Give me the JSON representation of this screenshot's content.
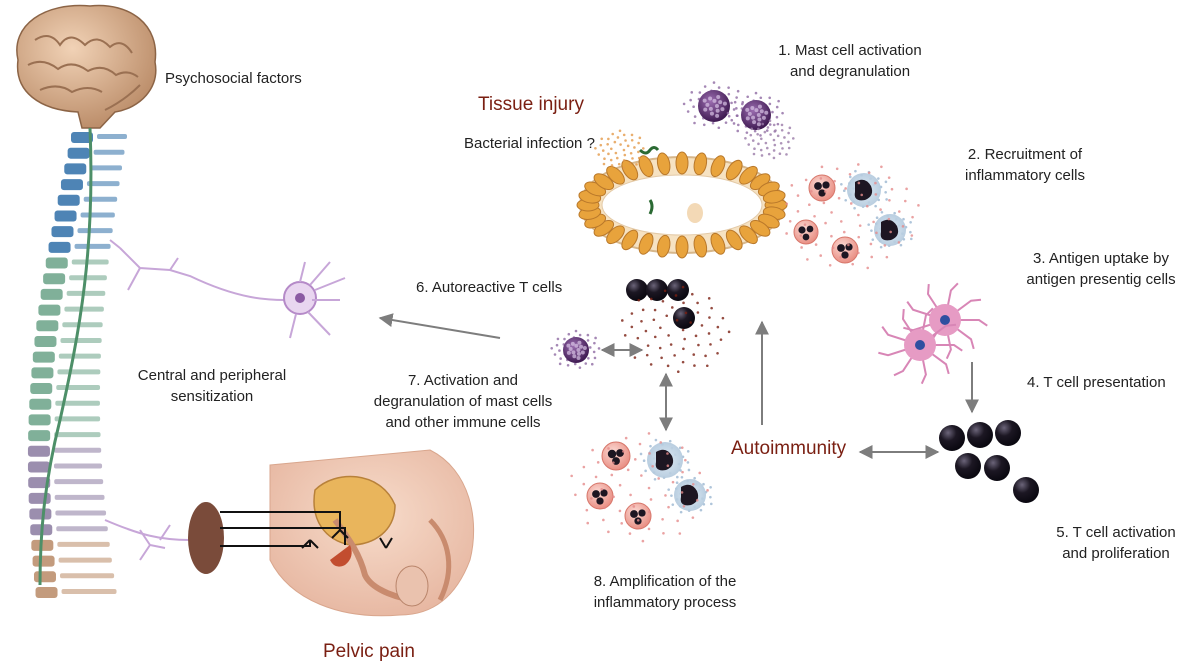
{
  "labels": {
    "psychosocial": "Psychosocial factors",
    "tissue_injury": "Tissue injury",
    "bacterial_infection": "Bacterial infection ?",
    "step1": [
      "1. Mast cell activation",
      "and degranulation"
    ],
    "step2": [
      "2. Recruitment of",
      "inflammatory cells"
    ],
    "step3": [
      "3. Antigen uptake by",
      "antigen presentig cells"
    ],
    "step4": "4. T cell presentation",
    "step5": [
      "5. T cell activation",
      "and proliferation"
    ],
    "step6": "6. Autoreactive T cells",
    "step7": [
      "7. Activation and",
      "degranulation of mast cells",
      "and other immune cells"
    ],
    "step8": [
      "8. Amplification of the",
      "inflammatory process"
    ],
    "autoimmunity": "Autoimmunity",
    "central_sensitization": [
      "Central and peripheral",
      "sensitization"
    ],
    "pelvic_pain": "Pelvic pain"
  },
  "colors": {
    "accent_text": "#7a1f12",
    "body_text": "#222222",
    "arrow": "#7d7d7d",
    "mast_cell": "#5a2a6e",
    "neutrophil": "#f2a8a0",
    "t_cell": "#1b1722",
    "epithelium": "#e8a33c",
    "neuron": "#c7a6d8",
    "spine": "#2f6fa8"
  }
}
